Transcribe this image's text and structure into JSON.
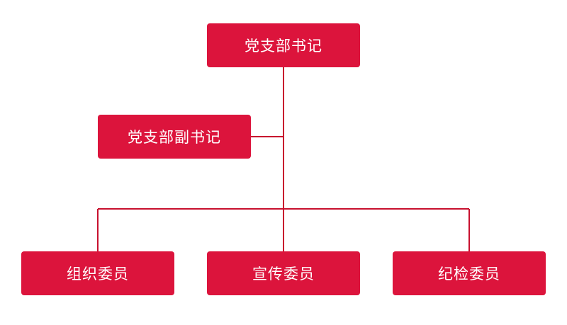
{
  "colors": {
    "node_fill": "#dc143c",
    "connector": "#c8102e",
    "text": "#ffffff",
    "background": "#ffffff"
  },
  "org_chart": {
    "secretary": "党支部书记",
    "deputy_secretary": "党支部副书记",
    "members": {
      "organization": "组织委员",
      "propaganda": "宣传委员",
      "discipline": "纪检委员"
    }
  }
}
